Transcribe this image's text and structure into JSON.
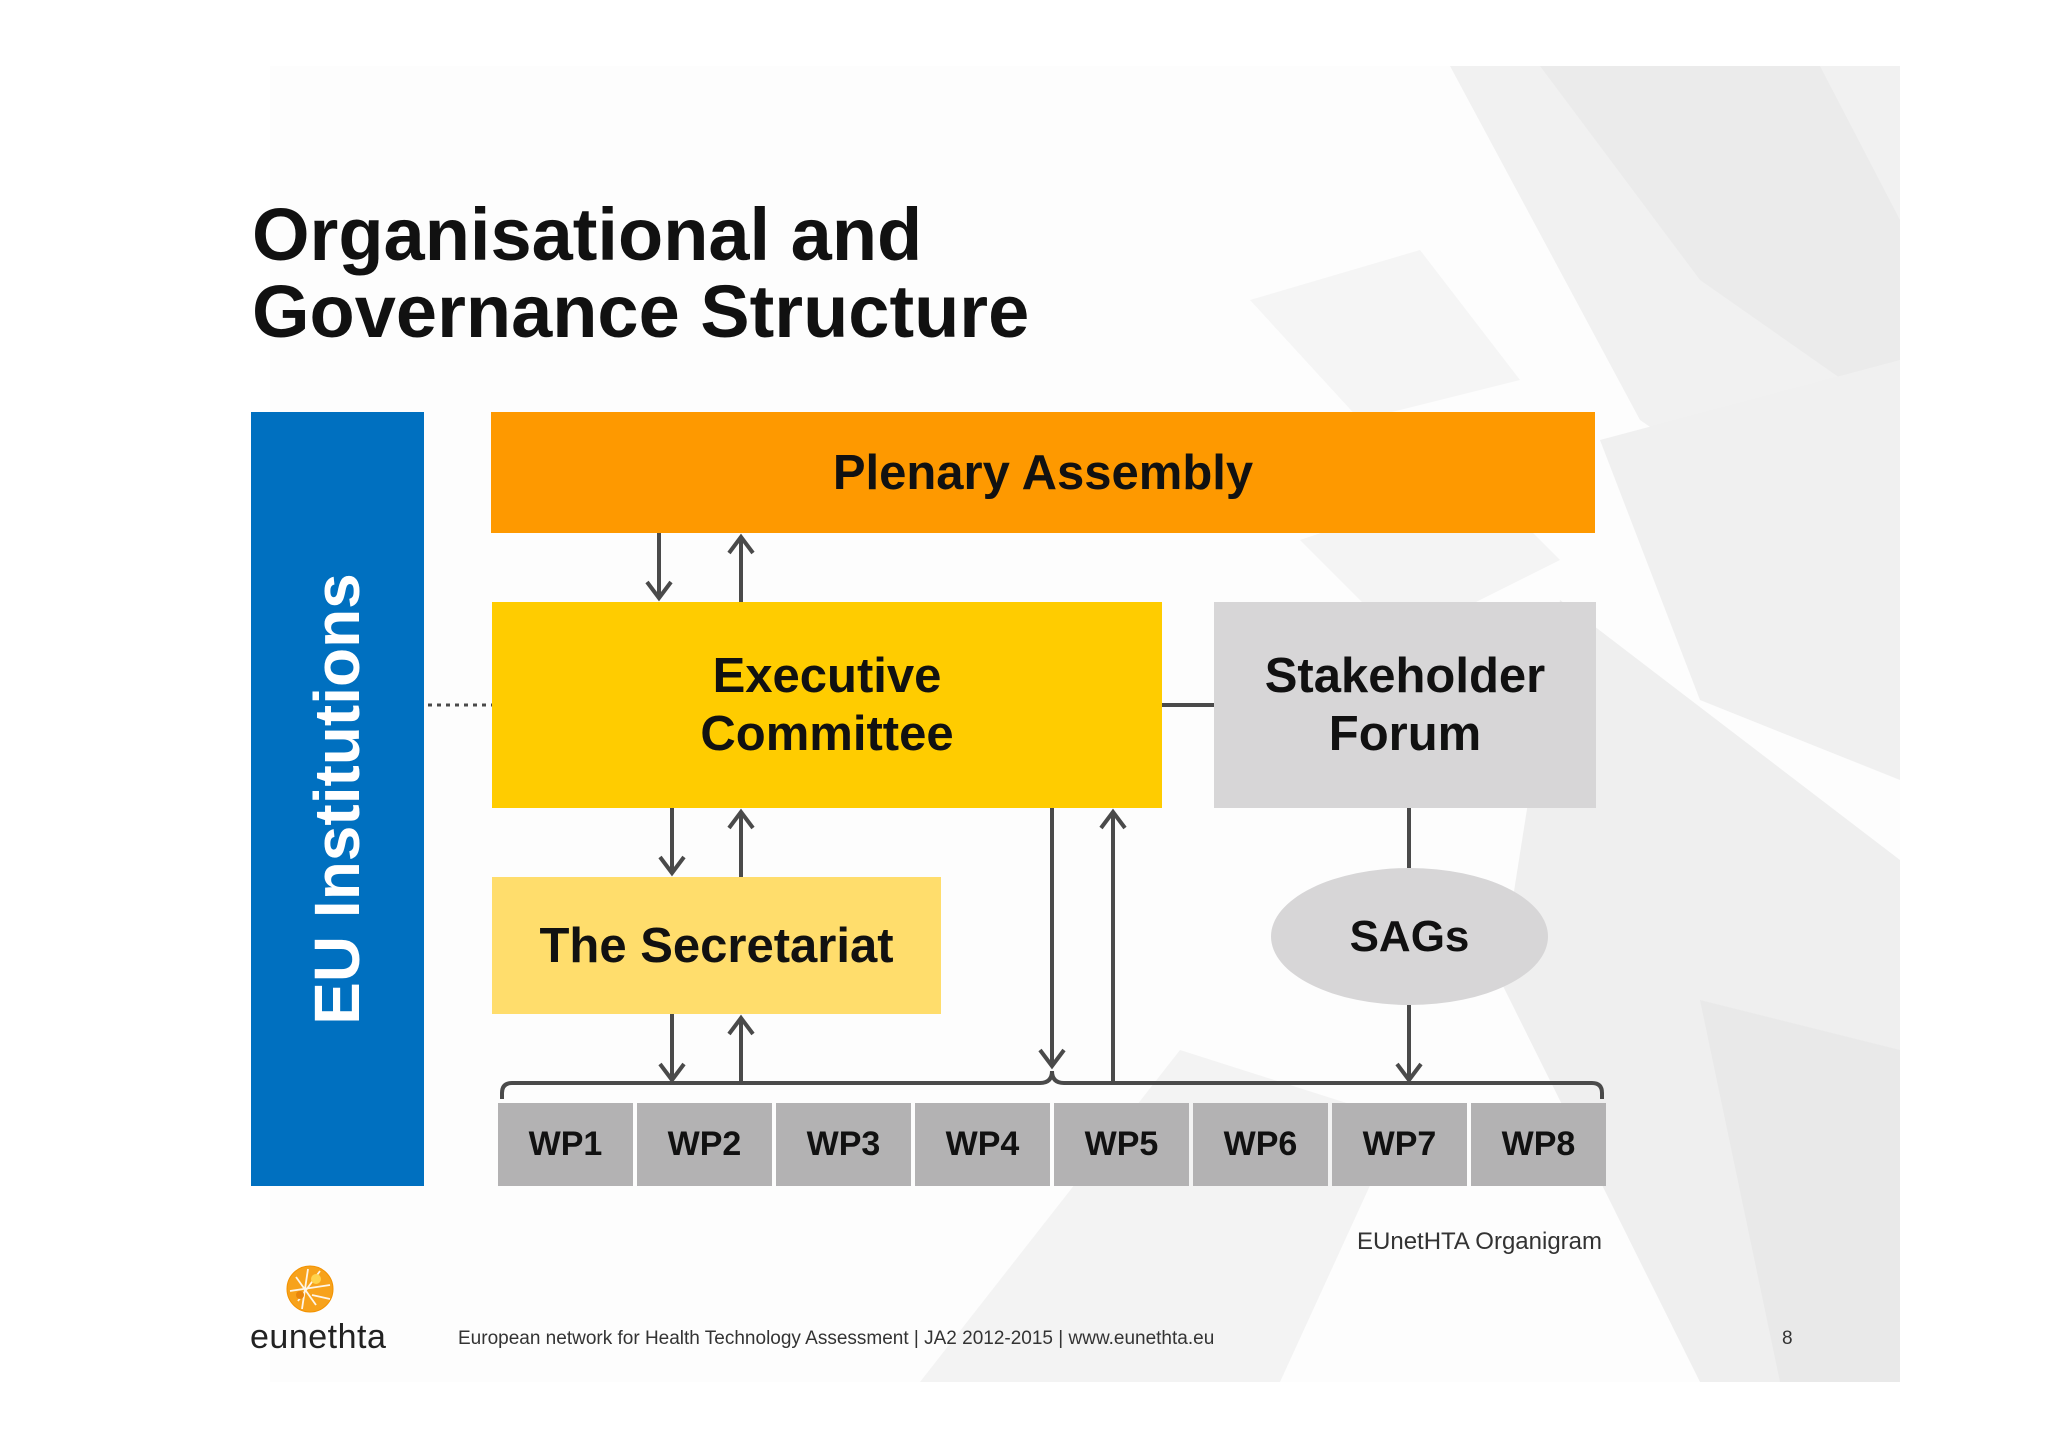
{
  "title": {
    "line1": "Organisational and",
    "line2": "Governance Structure"
  },
  "eu_institutions": {
    "label": "EU Institutions"
  },
  "boxes": {
    "plenary": "Plenary Assembly",
    "executive_line1": "Executive",
    "executive_line2": "Committee",
    "stakeholder_line1": "Stakeholder",
    "stakeholder_line2": "Forum",
    "secretariat": "The Secretariat",
    "sags": "SAGs"
  },
  "work_packages": [
    "WP1",
    "WP2",
    "WP3",
    "WP4",
    "WP5",
    "WP6",
    "WP7",
    "WP8"
  ],
  "caption": "EUnetHTA Organigram",
  "footer": {
    "text": "European network for Health Technology Assessment | JA2 2012-2015 | www.eunethta.eu",
    "page_number": "8"
  },
  "logo": {
    "text": "eunethta",
    "icon": "eunethta-logo-icon"
  },
  "colors": {
    "eu_blue": "#0070c0",
    "plenary_orange": "#fe9900",
    "executive_yellow": "#ffcc00",
    "secretariat_yellow": "#ffdd6c",
    "stakeholder_gray": "#d7d6d7",
    "wp_gray": "#b3b2b3",
    "connector": "#4a4a4a"
  }
}
